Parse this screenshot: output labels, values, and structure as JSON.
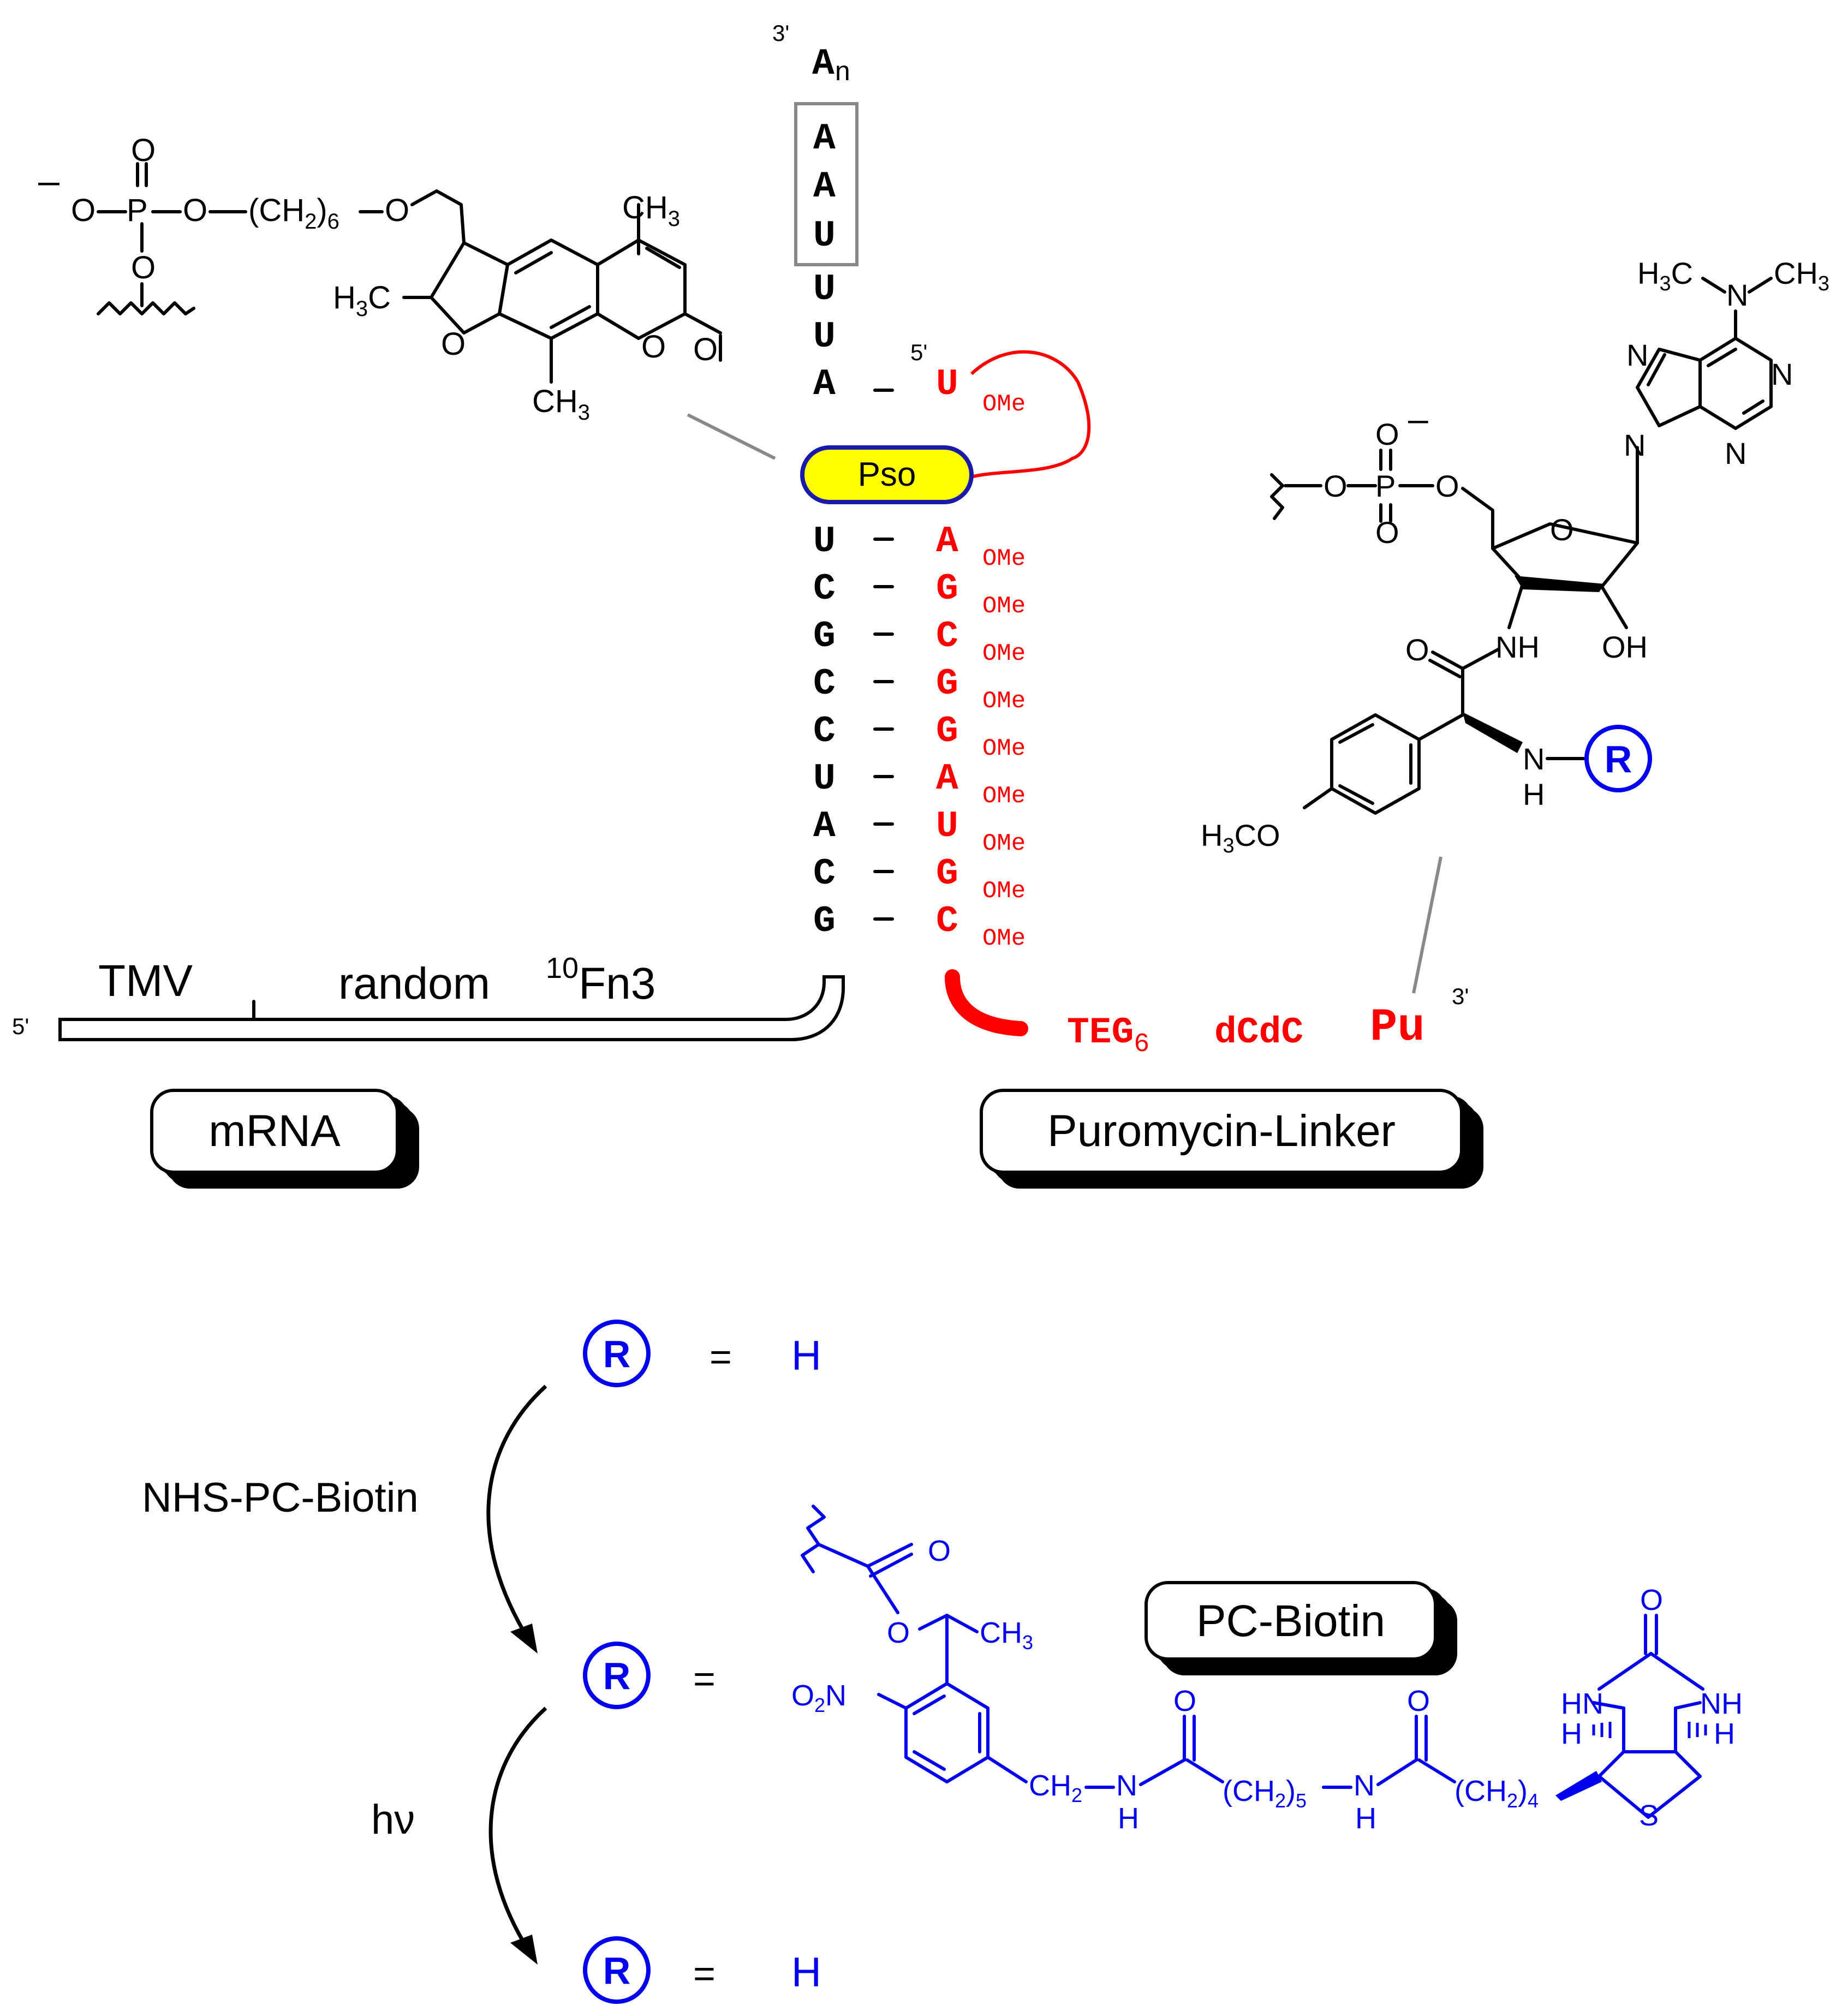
{
  "colors": {
    "rna": "#000000",
    "linker": "#ff0000",
    "r_group": "#0000ee",
    "psoralen_fill": "#ffff00",
    "psoralen_border": "#1a1aaa",
    "leader_line": "#888888"
  },
  "mrna_strand": {
    "three_prime": "3'",
    "tail": "A",
    "tail_sub": "n",
    "boxed": [
      "A",
      "A",
      "U"
    ],
    "unpaired": [
      "U",
      "U",
      "A"
    ],
    "paired": [
      "U",
      "C",
      "G",
      "C",
      "C",
      "U",
      "A",
      "C",
      "G"
    ],
    "bar": "–"
  },
  "linker_strand": {
    "five_prime": "5'",
    "top_base": "U",
    "bases": [
      "A",
      "G",
      "C",
      "G",
      "G",
      "A",
      "U",
      "G",
      "C"
    ],
    "modifier": "OMe",
    "teg": "TEG",
    "teg_sub": "6",
    "dcdc": "dCdC",
    "pu": "Pu",
    "three_prime": "3'"
  },
  "psoralen_label": "Pso",
  "mrna_bar": {
    "five_prime": "5'",
    "tmv": "TMV",
    "random": "random",
    "fn3_sup": "10",
    "fn3": "Fn3"
  },
  "badges": {
    "mrna": "mRNA",
    "puromycin": "Puromycin-Linker",
    "pcbiotin": "PC-Biotin"
  },
  "psoralen_struct": {
    "charge": "–",
    "o_labels": [
      "O",
      "O",
      "O",
      "O",
      "O",
      "O",
      "O",
      "O"
    ],
    "p": "P",
    "ch2": "(CH",
    "ch2_sub": "2",
    "close": ")",
    "sub6": "6",
    "ch3": "CH",
    "three": "3",
    "h3c": "H",
    "c": "C"
  },
  "puromycin_struct": {
    "h3c": "H",
    "ch3": "CH",
    "sub3": "3",
    "n": "N",
    "o": "O",
    "p": "P",
    "charge": "–",
    "nh": "NH",
    "oh": "OH",
    "h": "H",
    "co": "CO",
    "r": "R"
  },
  "scheme": {
    "r": "R",
    "equals": "=",
    "h": "H",
    "reagent": "NHS-PC-Biotin",
    "light": "hν"
  },
  "pcbiotin_struct": {
    "o": "O",
    "ch3": "CH",
    "sub3": "3",
    "o2n": "O",
    "sub2": "2",
    "n": "N",
    "ch2": "CH",
    "nh": "N",
    "h": "H",
    "ch2_5": "(CH",
    "sub5": "5",
    "sub4": "4",
    "paren": ")",
    "hn": "HN",
    "nh2": "NH",
    "s": "S"
  }
}
